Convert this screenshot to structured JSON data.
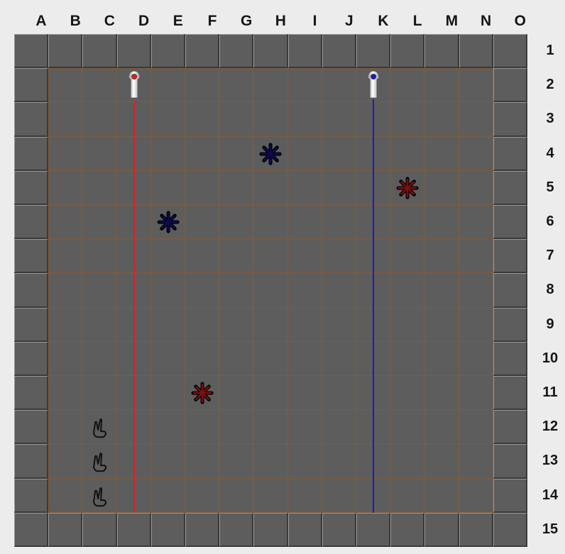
{
  "board": {
    "columns": [
      "A",
      "B",
      "C",
      "D",
      "E",
      "F",
      "G",
      "H",
      "I",
      "J",
      "K",
      "L",
      "M",
      "N",
      "O"
    ],
    "rows": [
      "1",
      "2",
      "3",
      "4",
      "5",
      "6",
      "7",
      "8",
      "9",
      "10",
      "11",
      "12",
      "13",
      "14",
      "15"
    ],
    "colors": {
      "background": "#ececec",
      "cell": "#5d5d5d",
      "grid_line": "#7f5c3c",
      "red": "#e02020",
      "blue": "#1a1ad0",
      "red_star": "#7a1010",
      "blue_star": "#0c0c50"
    }
  },
  "pieces": [
    {
      "type": "emitter",
      "color": "red",
      "cell": "D2"
    },
    {
      "type": "emitter",
      "color": "blue",
      "cell": "K2"
    },
    {
      "type": "star",
      "color": "blue",
      "cell": "H4"
    },
    {
      "type": "star",
      "color": "red",
      "cell": "L5"
    },
    {
      "type": "star",
      "color": "blue",
      "cell": "E6"
    },
    {
      "type": "star",
      "color": "red",
      "cell": "F11"
    },
    {
      "type": "hand-icon",
      "color": "black",
      "cell": "C12"
    },
    {
      "type": "hand-icon",
      "color": "black",
      "cell": "C13"
    },
    {
      "type": "hand-icon",
      "color": "black",
      "cell": "C14"
    }
  ],
  "lasers": [
    {
      "color": "red",
      "column": "D",
      "from_row": "2",
      "to_row": "14"
    },
    {
      "color": "blue",
      "column": "K",
      "from_row": "2",
      "to_row": "14"
    }
  ]
}
